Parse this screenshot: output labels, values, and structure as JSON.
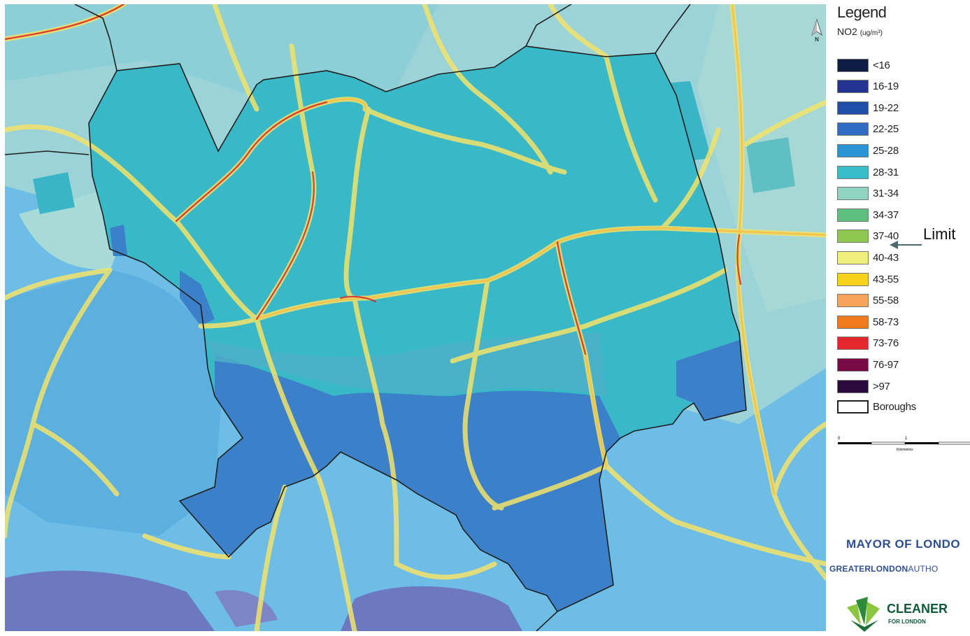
{
  "legend": {
    "title": "Legend",
    "subtitle": "NO2",
    "subtitle_unit": "(ug/m³)",
    "items": [
      {
        "label": "<16",
        "color": "#0f1d45"
      },
      {
        "label": "16-19",
        "color": "#243391"
      },
      {
        "label": "19-22",
        "color": "#1f4fa8"
      },
      {
        "label": "22-25",
        "color": "#2f6cc1"
      },
      {
        "label": "25-28",
        "color": "#2a93d4"
      },
      {
        "label": "28-31",
        "color": "#39bcc9"
      },
      {
        "label": "31-34",
        "color": "#8fd3c1"
      },
      {
        "label": "34-37",
        "color": "#5dc07e"
      },
      {
        "label": "37-40",
        "color": "#8fc850"
      },
      {
        "label": "40-43",
        "color": "#eef07a"
      },
      {
        "label": "43-55",
        "color": "#f8d21a"
      },
      {
        "label": "55-58",
        "color": "#f7a45a"
      },
      {
        "label": "58-73",
        "color": "#f07a1e"
      },
      {
        "label": "73-76",
        "color": "#e4272b"
      },
      {
        "label": "76-97",
        "color": "#7a0a45"
      },
      {
        "label": ">97",
        "color": "#2c0a3c"
      }
    ],
    "boroughs_label": "Boroughs"
  },
  "scale": {
    "start": "0",
    "mid": "1",
    "unit": "Kilometres"
  },
  "north_label": "N",
  "limit_label": "Limit",
  "branding": {
    "mayor": "MAYOR OF LONDO",
    "gla_bold": "GREATERLONDON",
    "gla_rest": "AUTHO",
    "cleaner": "CLEANER",
    "cleaner_sub": "FOR LONDON"
  }
}
